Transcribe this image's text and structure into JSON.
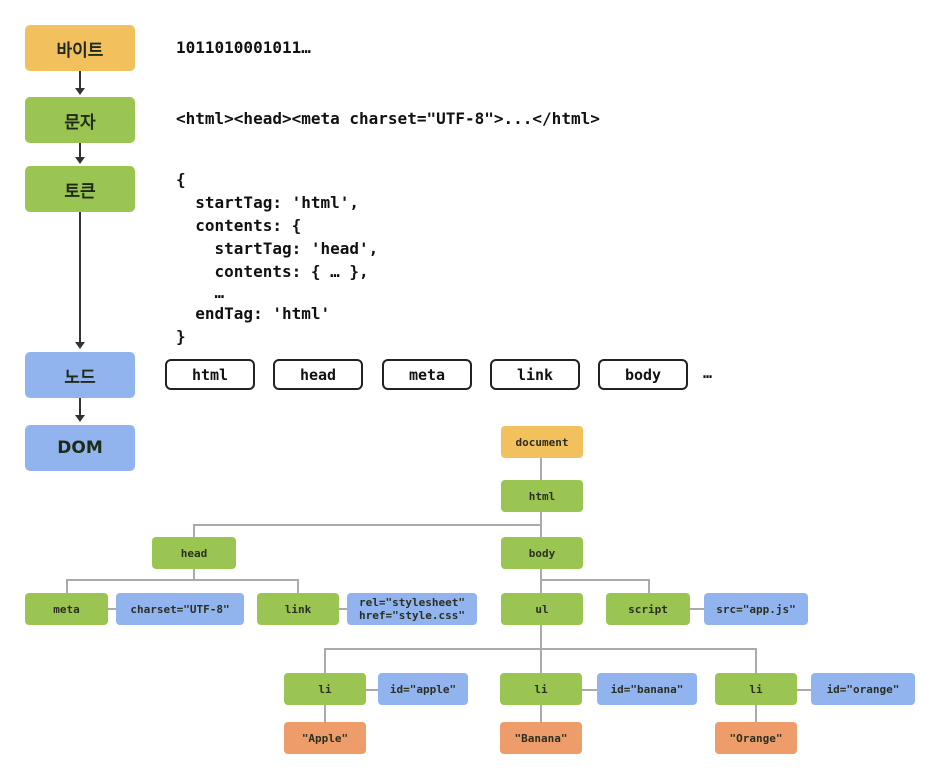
{
  "stages": {
    "bytes": "바이트",
    "characters": "문자",
    "tokens": "토큰",
    "nodes": "노드",
    "dom": "DOM"
  },
  "bytes_value": "1011010001011…",
  "characters_value": "<html><head><meta charset=\"UTF-8\">...</html>",
  "token_lines": [
    "{",
    "  startTag: 'html',",
    "  contents: {",
    "    startTag: 'head',",
    "    contents: { … },",
    "    …",
    "  endTag: 'html'",
    "}"
  ],
  "node_boxes": [
    "html",
    "head",
    "meta",
    "link",
    "body"
  ],
  "node_more": "…",
  "tree": {
    "document": "document",
    "html": "html",
    "head": "head",
    "body": "body",
    "meta": "meta",
    "meta_attr": "charset=\"UTF-8\"",
    "link": "link",
    "link_attr_1": "rel=\"stylesheet\"",
    "link_attr_2": "href=\"style.css\"",
    "ul": "ul",
    "script": "script",
    "script_attr": "src=\"app.js\"",
    "li_1": "li",
    "li_1_attr": "id=\"apple\"",
    "li_1_text": "\"Apple\"",
    "li_2": "li",
    "li_2_attr": "id=\"banana\"",
    "li_2_text": "\"Banana\"",
    "li_3": "li",
    "li_3_attr": "id=\"orange\"",
    "li_3_text": "\"Orange\""
  },
  "colors": {
    "orange": "#f2c15e",
    "green": "#9bc552",
    "blue": "#92b4ee",
    "salmon": "#ee9d6a"
  }
}
